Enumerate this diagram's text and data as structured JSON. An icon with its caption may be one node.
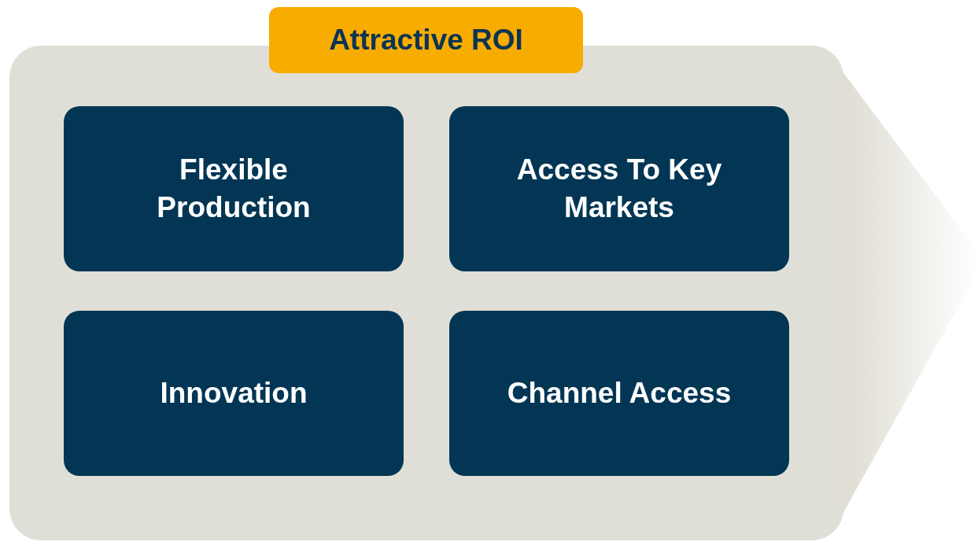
{
  "diagram": {
    "nodes": [
      {
        "text": [],
        "shape": "box"
      },
      {
        "text": [
          "Attractive ROI"
        ]
      },
      {
        "text": [
          "Flexible Production"
        ],
        "in": 0
      },
      {
        "text": [
          "Access To Key Markets"
        ],
        "in": 0
      },
      {
        "text": [
          "Innovation"
        ],
        "in": 0
      },
      {
        "text": [
          "Channel Access"
        ],
        "in": 0
      }
    ],
    "edges": []
  }
}
